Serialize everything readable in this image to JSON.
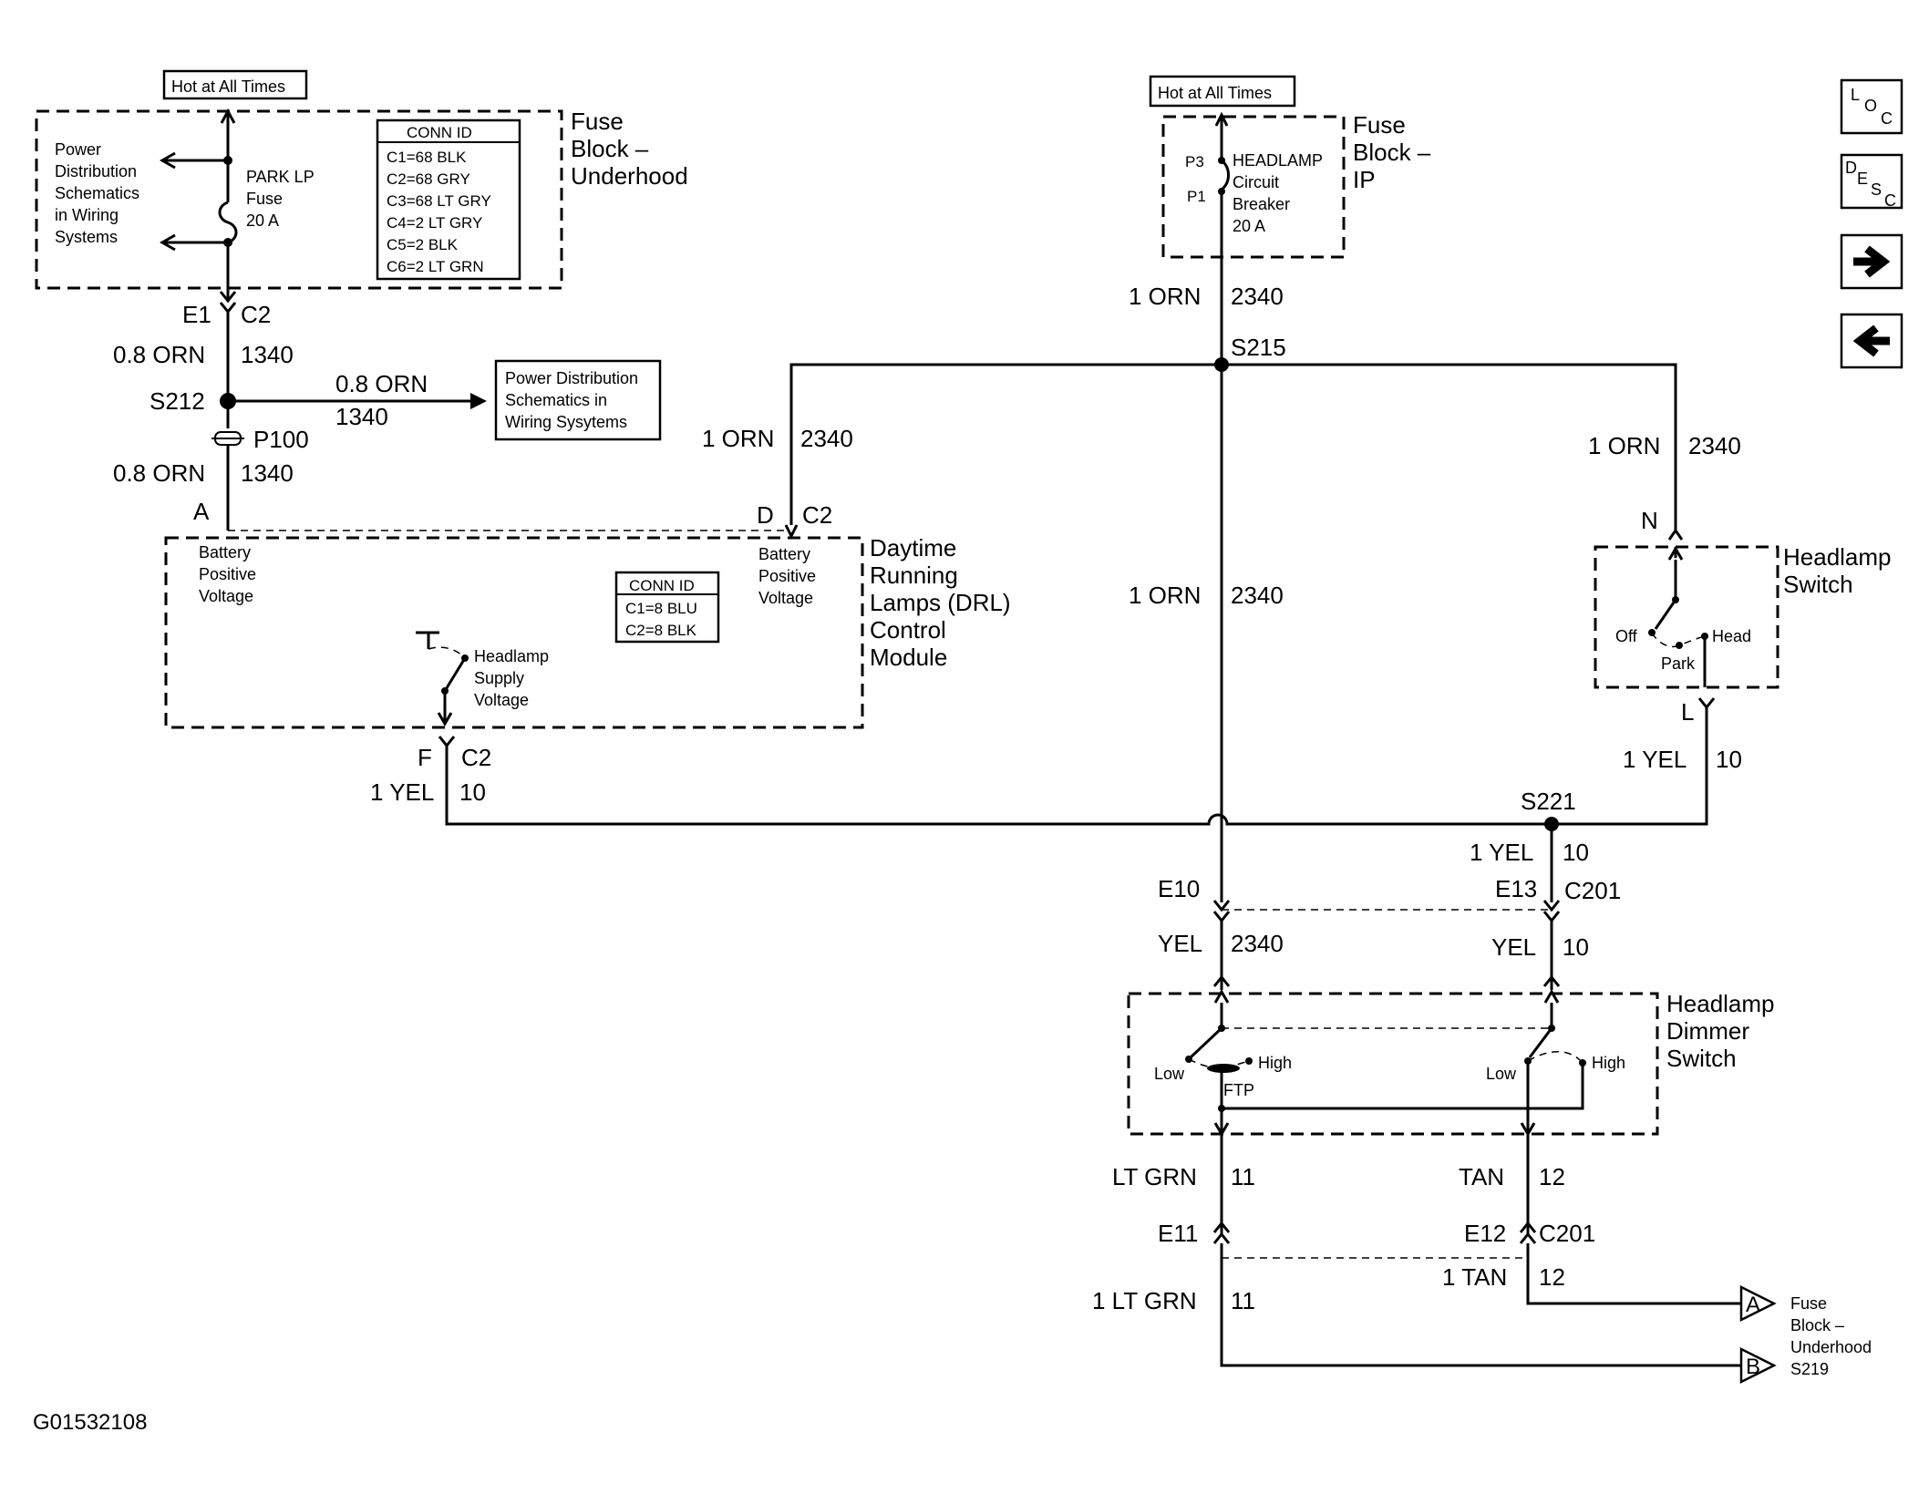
{
  "figure_id": "G01532108",
  "nav": {
    "loc": {
      "a": "L",
      "b": "O",
      "c": "C"
    },
    "desc": {
      "a": "D",
      "b": "E",
      "c": "S",
      "d": "C"
    },
    "next": "→",
    "prev": "←"
  },
  "left": {
    "hot_label": "Hot at All Times",
    "fuse_block_title": [
      "Fuse",
      "Block –",
      "Underhood"
    ],
    "power_dist_left": [
      "Power",
      "Distribution",
      "Schematics",
      "in Wiring",
      "Systems"
    ],
    "fuse_label": [
      "PARK LP",
      "Fuse",
      "20 A"
    ],
    "conn_id": {
      "header": "CONN ID",
      "rows": [
        "C1=68 BLK",
        "C2=68 GRY",
        "C3=68 LT GRY",
        "C4=2 LT GRY",
        "C5=2 BLK",
        "C6=2 LT GRN"
      ]
    },
    "conn_e1": "E1",
    "conn_c2_top": "C2",
    "wire_top_color": "0.8 ORN",
    "wire_top_num": "1340",
    "splice_s212": "S212",
    "branch_color": "0.8 ORN",
    "branch_num": "1340",
    "power_dist_right": [
      "Power Distribution",
      "Schematics in",
      "Wiring Sysytems"
    ],
    "p100": "P100",
    "wire_mid_color": "0.8 ORN",
    "wire_mid_num": "1340",
    "pin_a": "A"
  },
  "drl": {
    "title": [
      "Daytime",
      "Running",
      "Lamps (DRL)",
      "Control",
      "Module"
    ],
    "batt_left": [
      "Battery",
      "Positive",
      "Voltage"
    ],
    "batt_right": [
      "Battery",
      "Positive",
      "Voltage"
    ],
    "conn_id": {
      "header": "CONN ID",
      "rows": [
        "C1=8 BLU",
        "C2=8 BLK"
      ]
    },
    "headlamp_supply": [
      "Headlamp",
      "Supply",
      "Voltage"
    ],
    "pin_d": "D",
    "pin_d_conn": "C2",
    "pin_f": "F",
    "pin_f_conn": "C2",
    "wire_d_color": "1 ORN",
    "wire_d_num": "2340",
    "wire_f_color": "1 YEL",
    "wire_f_num": "10"
  },
  "center": {
    "hot_label": "Hot at All Times",
    "fuse_block_title": [
      "Fuse",
      "Block –",
      "IP"
    ],
    "p3": "P3",
    "p1": "P1",
    "breaker_label": [
      "HEADLAMP",
      "Circuit",
      "Breaker",
      "20 A"
    ],
    "wire1_color": "1 ORN",
    "wire1_num": "2340",
    "splice_s215": "S215",
    "wire2_color": "1 ORN",
    "wire2_num": "2340"
  },
  "headlamp_switch": {
    "title": [
      "Headlamp",
      "Switch"
    ],
    "wire_in_color": "1 ORN",
    "wire_in_num": "2340",
    "pin_n": "N",
    "pin_l": "L",
    "off": "Off",
    "park": "Park",
    "head": "Head",
    "wire_out_color": "1 YEL",
    "wire_out_num": "10",
    "splice_s221": "S221"
  },
  "c201_top": {
    "left_pin": "E10",
    "right_pin": "E13",
    "conn": "C201",
    "wire_right_color": "1 YEL",
    "wire_right_num": "10",
    "below_left_color": "YEL",
    "below_left_num": "2340",
    "below_right_color": "YEL",
    "below_right_num": "10"
  },
  "dimmer": {
    "title": [
      "Headlamp",
      "Dimmer",
      "Switch"
    ],
    "low_left": "Low",
    "high_left": "High",
    "ftp": "FTP",
    "low_right": "Low",
    "high_right": "High",
    "out_left_color": "LT GRN",
    "out_left_num": "11",
    "out_right_color": "TAN",
    "out_right_num": "12"
  },
  "c201_bottom": {
    "left_pin": "E11",
    "right_pin": "E12",
    "conn": "C201",
    "left_color": "1 LT GRN",
    "left_num": "11",
    "right_color": "1 TAN",
    "right_num": "12"
  },
  "offpage": {
    "a_letter": "A",
    "b_letter": "B",
    "label": [
      "Fuse",
      "Block –",
      "Underhood",
      "S219"
    ]
  }
}
